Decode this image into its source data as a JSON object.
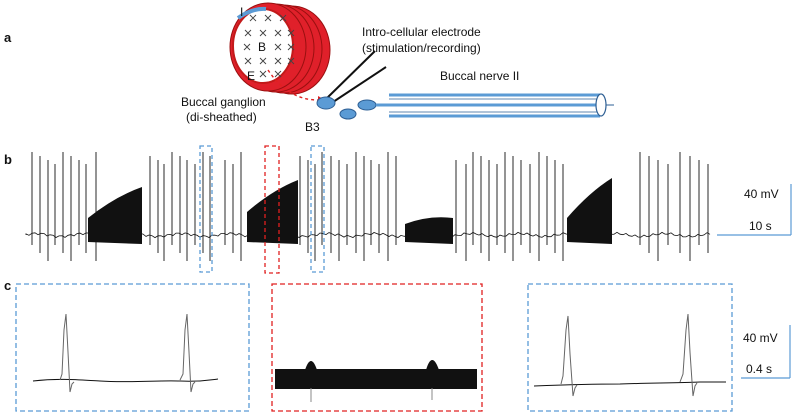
{
  "panels": {
    "a": "a",
    "b": "b",
    "c": "c"
  },
  "diagram": {
    "label_I": "I",
    "label_B": "B",
    "label_E": "E",
    "label_B3": "B3",
    "electrode_line1": "Intro-cellular electrode",
    "electrode_line2": "(stimulation/recording)",
    "nerve_label": "Buccal nerve II",
    "ganglion_line1": "Buccal ganglion",
    "ganglion_line2": "(di-sheathed)"
  },
  "scalebar_b": {
    "voltage": "40 mV",
    "time": "10 s"
  },
  "scalebar_c": {
    "voltage": "40 mV",
    "time": "0.4 s"
  },
  "colors": {
    "blue_box": "#5b9bd5",
    "red_box": "#e02020",
    "nerve_blue": "#5b9bd5",
    "ganglion_red": "#e0202a",
    "trace": "#111111"
  }
}
